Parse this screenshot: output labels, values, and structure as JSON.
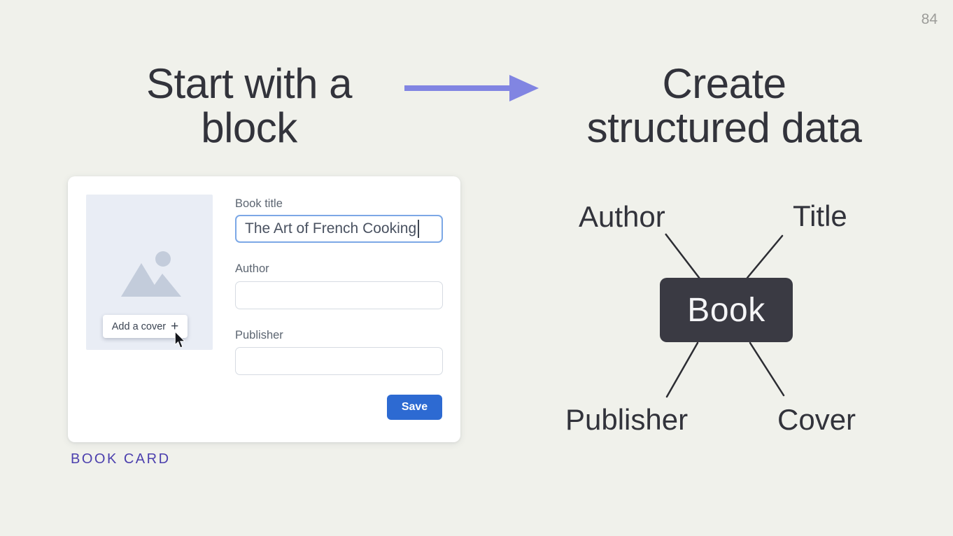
{
  "page": {
    "number": "84"
  },
  "left_panel": {
    "heading": {
      "line1": "Start with a",
      "line2": "block"
    },
    "caption": "BOOK CARD",
    "card": {
      "cover": {
        "button_label": "Add a cover",
        "plus_icon": "+"
      },
      "fields": {
        "title": {
          "label": "Book title",
          "value": "The Art of French Cooking"
        },
        "author": {
          "label": "Author",
          "value": ""
        },
        "publisher": {
          "label": "Publisher",
          "value": ""
        }
      },
      "save_button": "Save"
    }
  },
  "right_panel": {
    "heading": {
      "line1": "Create",
      "line2": "structured data"
    },
    "diagram": {
      "node": "Book",
      "properties": {
        "top_left": "Author",
        "top_right": "Title",
        "bottom_left": "Publisher",
        "bottom_right": "Cover"
      }
    }
  },
  "colors": {
    "background": "#f0f1eb",
    "heading_text": "#32333b",
    "arrow_accent": "#8185e2",
    "node_background": "#3a3a43",
    "node_text": "#f5f5f7",
    "save_button": "#2d6ad2",
    "caption_purple": "#4c40ae",
    "focused_input_border": "#7ca8e6",
    "cover_placeholder": "#e9edf5"
  }
}
